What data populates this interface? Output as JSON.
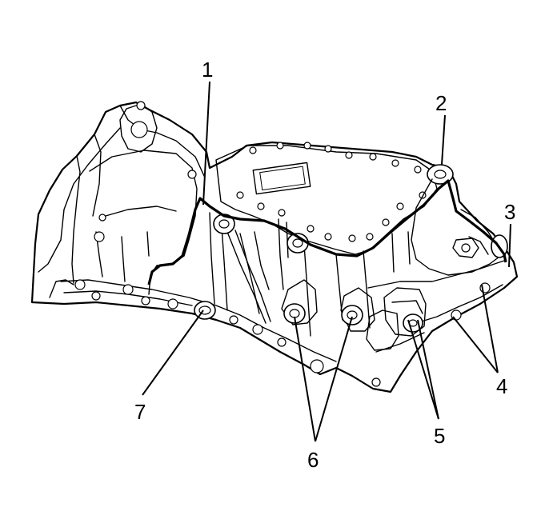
{
  "callouts": [
    {
      "id": "1",
      "text": "1"
    },
    {
      "id": "2",
      "text": "2"
    },
    {
      "id": "3",
      "text": "3"
    },
    {
      "id": "4",
      "text": "4"
    },
    {
      "id": "5",
      "text": "5"
    },
    {
      "id": "6",
      "text": "6"
    },
    {
      "id": "7",
      "text": "7"
    }
  ],
  "colors": {
    "ink": "#000000",
    "background": "#ffffff"
  }
}
